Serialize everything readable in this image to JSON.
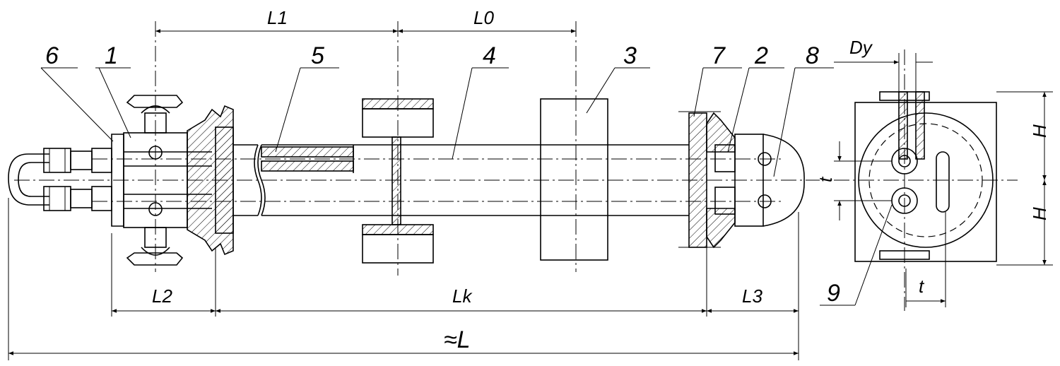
{
  "labels": {
    "p6": "6",
    "p1": "1",
    "p5": "5",
    "p4": "4",
    "p3": "3",
    "p7": "7",
    "p2": "2",
    "p8": "8",
    "p9": "9"
  },
  "dimensions": {
    "L1": "L1",
    "L0": "L0",
    "L2": "L2",
    "Lk": "Lk",
    "L3": "L3",
    "L": "≈L",
    "Dy": "Dy",
    "H_top": "H",
    "H_bottom": "H",
    "t_left": "t",
    "t_bottom": "t"
  }
}
